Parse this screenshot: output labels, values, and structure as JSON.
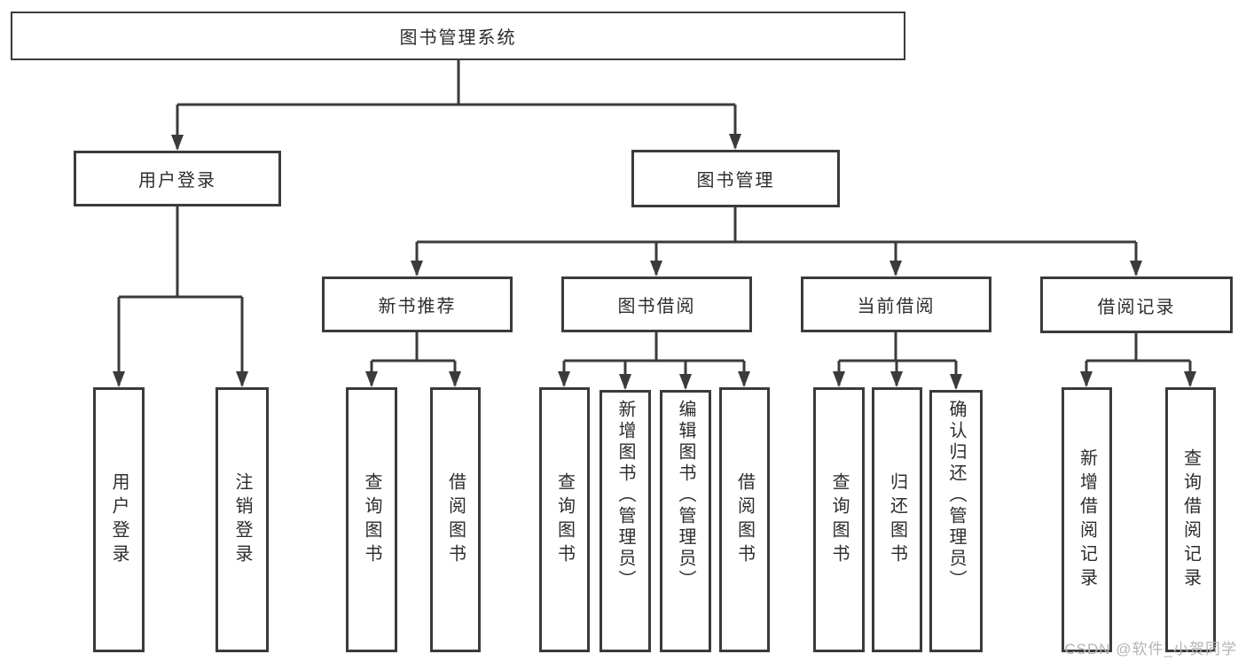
{
  "tree": {
    "root": "图书管理系统",
    "children": [
      {
        "label": "用户登录",
        "children": [
          {
            "label": "用户登录"
          },
          {
            "label": "注销登录"
          }
        ]
      },
      {
        "label": "图书管理",
        "children": [
          {
            "label": "新书推荐",
            "children": [
              {
                "label": "查询图书"
              },
              {
                "label": "借阅图书"
              }
            ]
          },
          {
            "label": "图书借阅",
            "children": [
              {
                "label": "查询图书"
              },
              {
                "label": "新增图书（管理员）"
              },
              {
                "label": "编辑图书（管理员）"
              },
              {
                "label": "借阅图书"
              }
            ]
          },
          {
            "label": "当前借阅",
            "children": [
              {
                "label": "查询图书"
              },
              {
                "label": "归还图书"
              },
              {
                "label": "确认归还（管理员）"
              }
            ]
          },
          {
            "label": "借阅记录",
            "children": [
              {
                "label": "新增借阅记录"
              },
              {
                "label": "查询借阅记录"
              }
            ]
          }
        ]
      }
    ]
  },
  "watermark": {
    "text": "CSDN @软件_小贺同学",
    "color": "#b4b4b4"
  },
  "colors": {
    "line": "#3b3b3b",
    "text": "#2d2d2d",
    "background": "#ffffff"
  }
}
